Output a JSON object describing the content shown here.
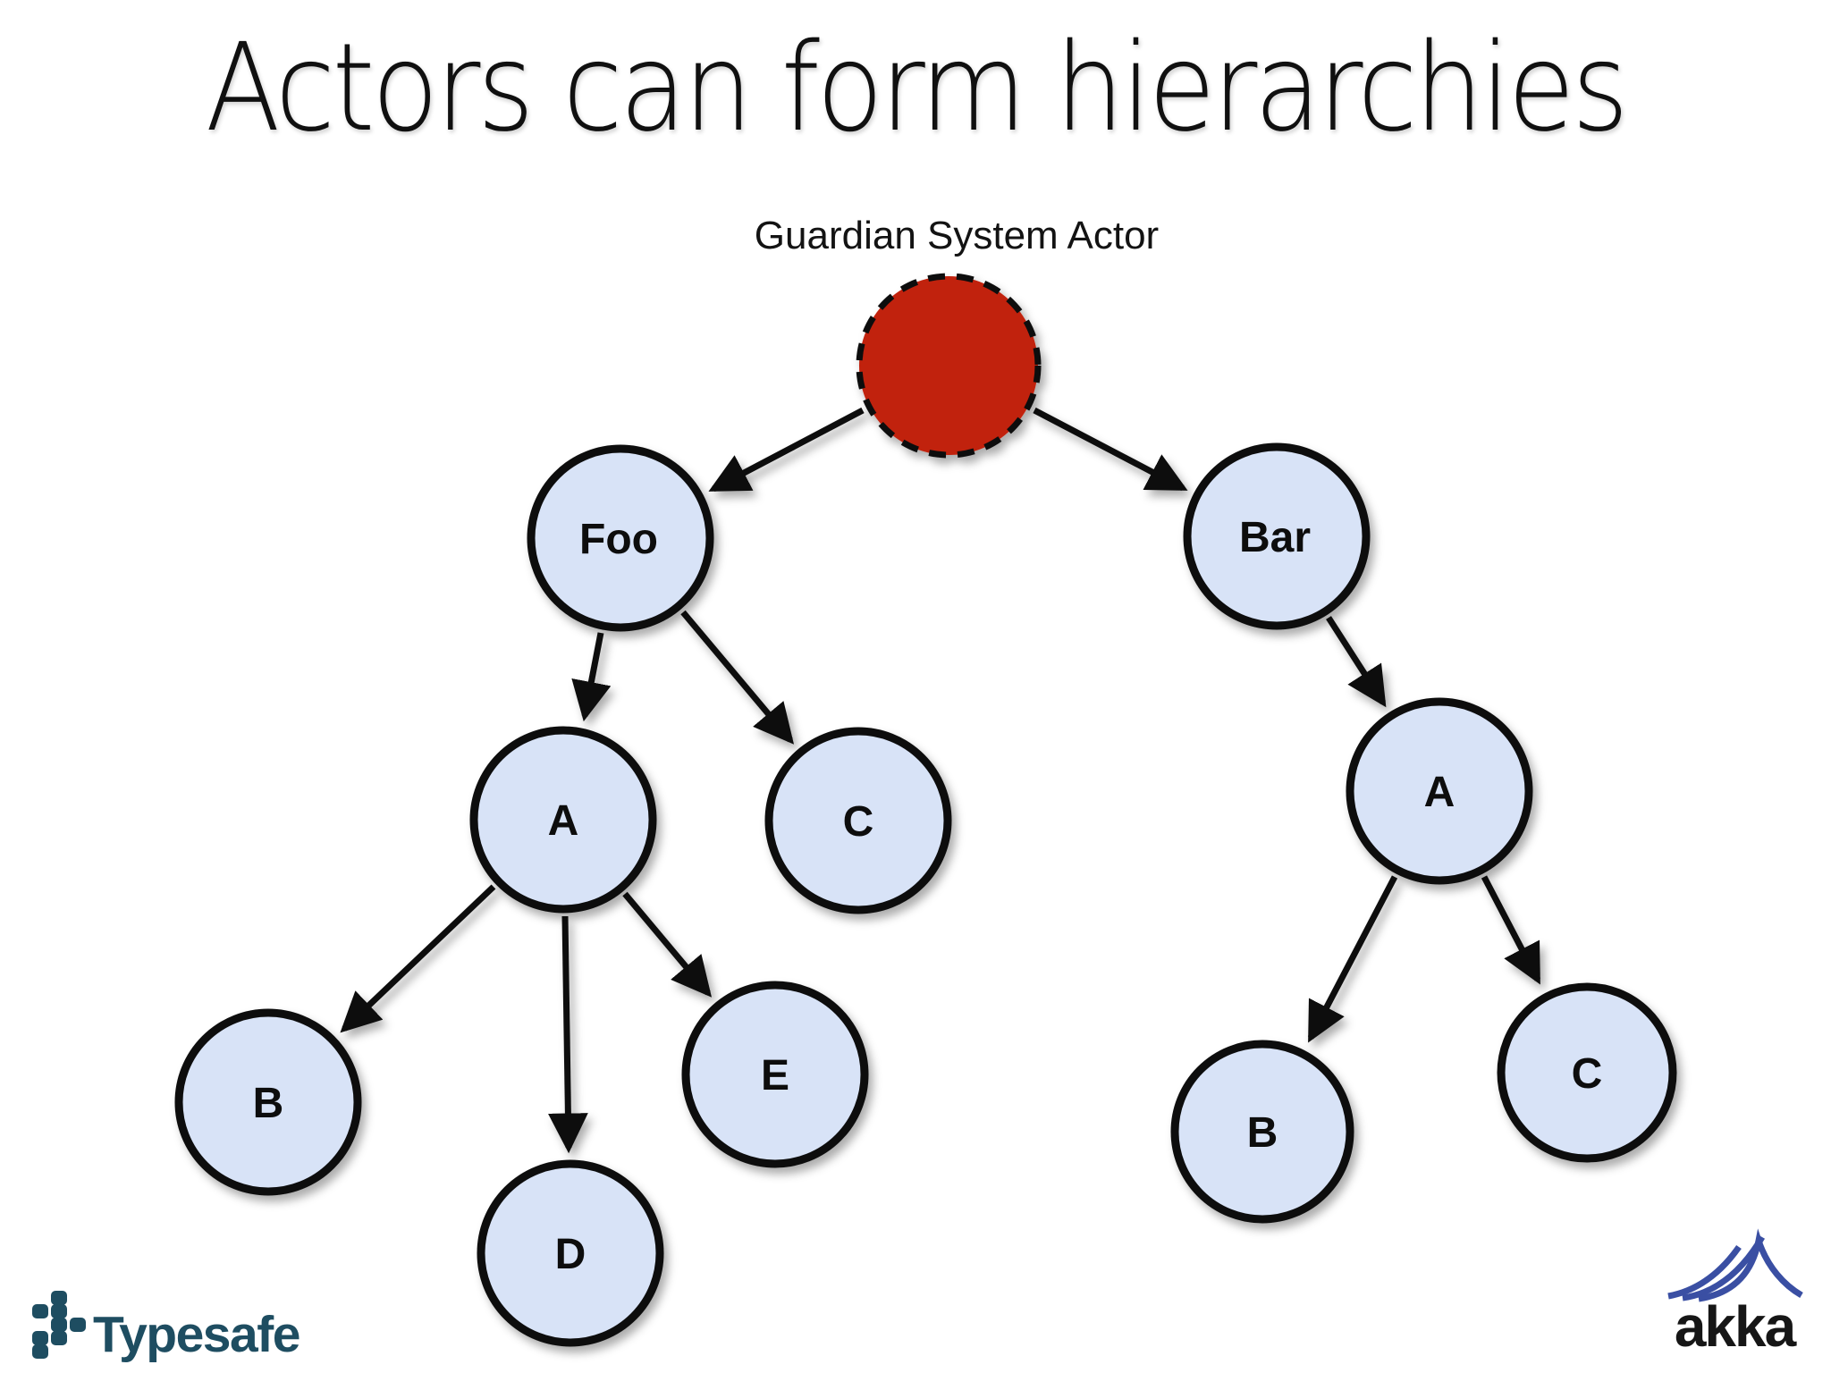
{
  "slide": {
    "title": "Actors can form hierarchies"
  },
  "diagram": {
    "guardian_label": "Guardian System Actor",
    "nodes": {
      "guardian": "",
      "foo": "Foo",
      "bar": "Bar",
      "foo_a": "A",
      "foo_c": "C",
      "a_b": "B",
      "a_d": "D",
      "a_e": "E",
      "bar_a": "A",
      "bar_a_b": "B",
      "bar_a_c": "C"
    },
    "edges": [
      [
        "guardian",
        "foo"
      ],
      [
        "guardian",
        "bar"
      ],
      [
        "foo",
        "foo_a"
      ],
      [
        "foo",
        "foo_c"
      ],
      [
        "foo_a",
        "a_b"
      ],
      [
        "foo_a",
        "a_d"
      ],
      [
        "foo_a",
        "a_e"
      ],
      [
        "bar",
        "bar_a"
      ],
      [
        "bar_a",
        "bar_a_b"
      ],
      [
        "bar_a",
        "bar_a_c"
      ]
    ],
    "colors": {
      "guardian_fill": "#C1200B",
      "node_fill": "#D8E3F7",
      "node_stroke": "#111111",
      "arrow": "#111111"
    }
  },
  "footer": {
    "typesafe": "Typesafe",
    "typesafe_color": "#1E4D61",
    "akka": "akka",
    "akka_blue": "#3A4FA3"
  }
}
